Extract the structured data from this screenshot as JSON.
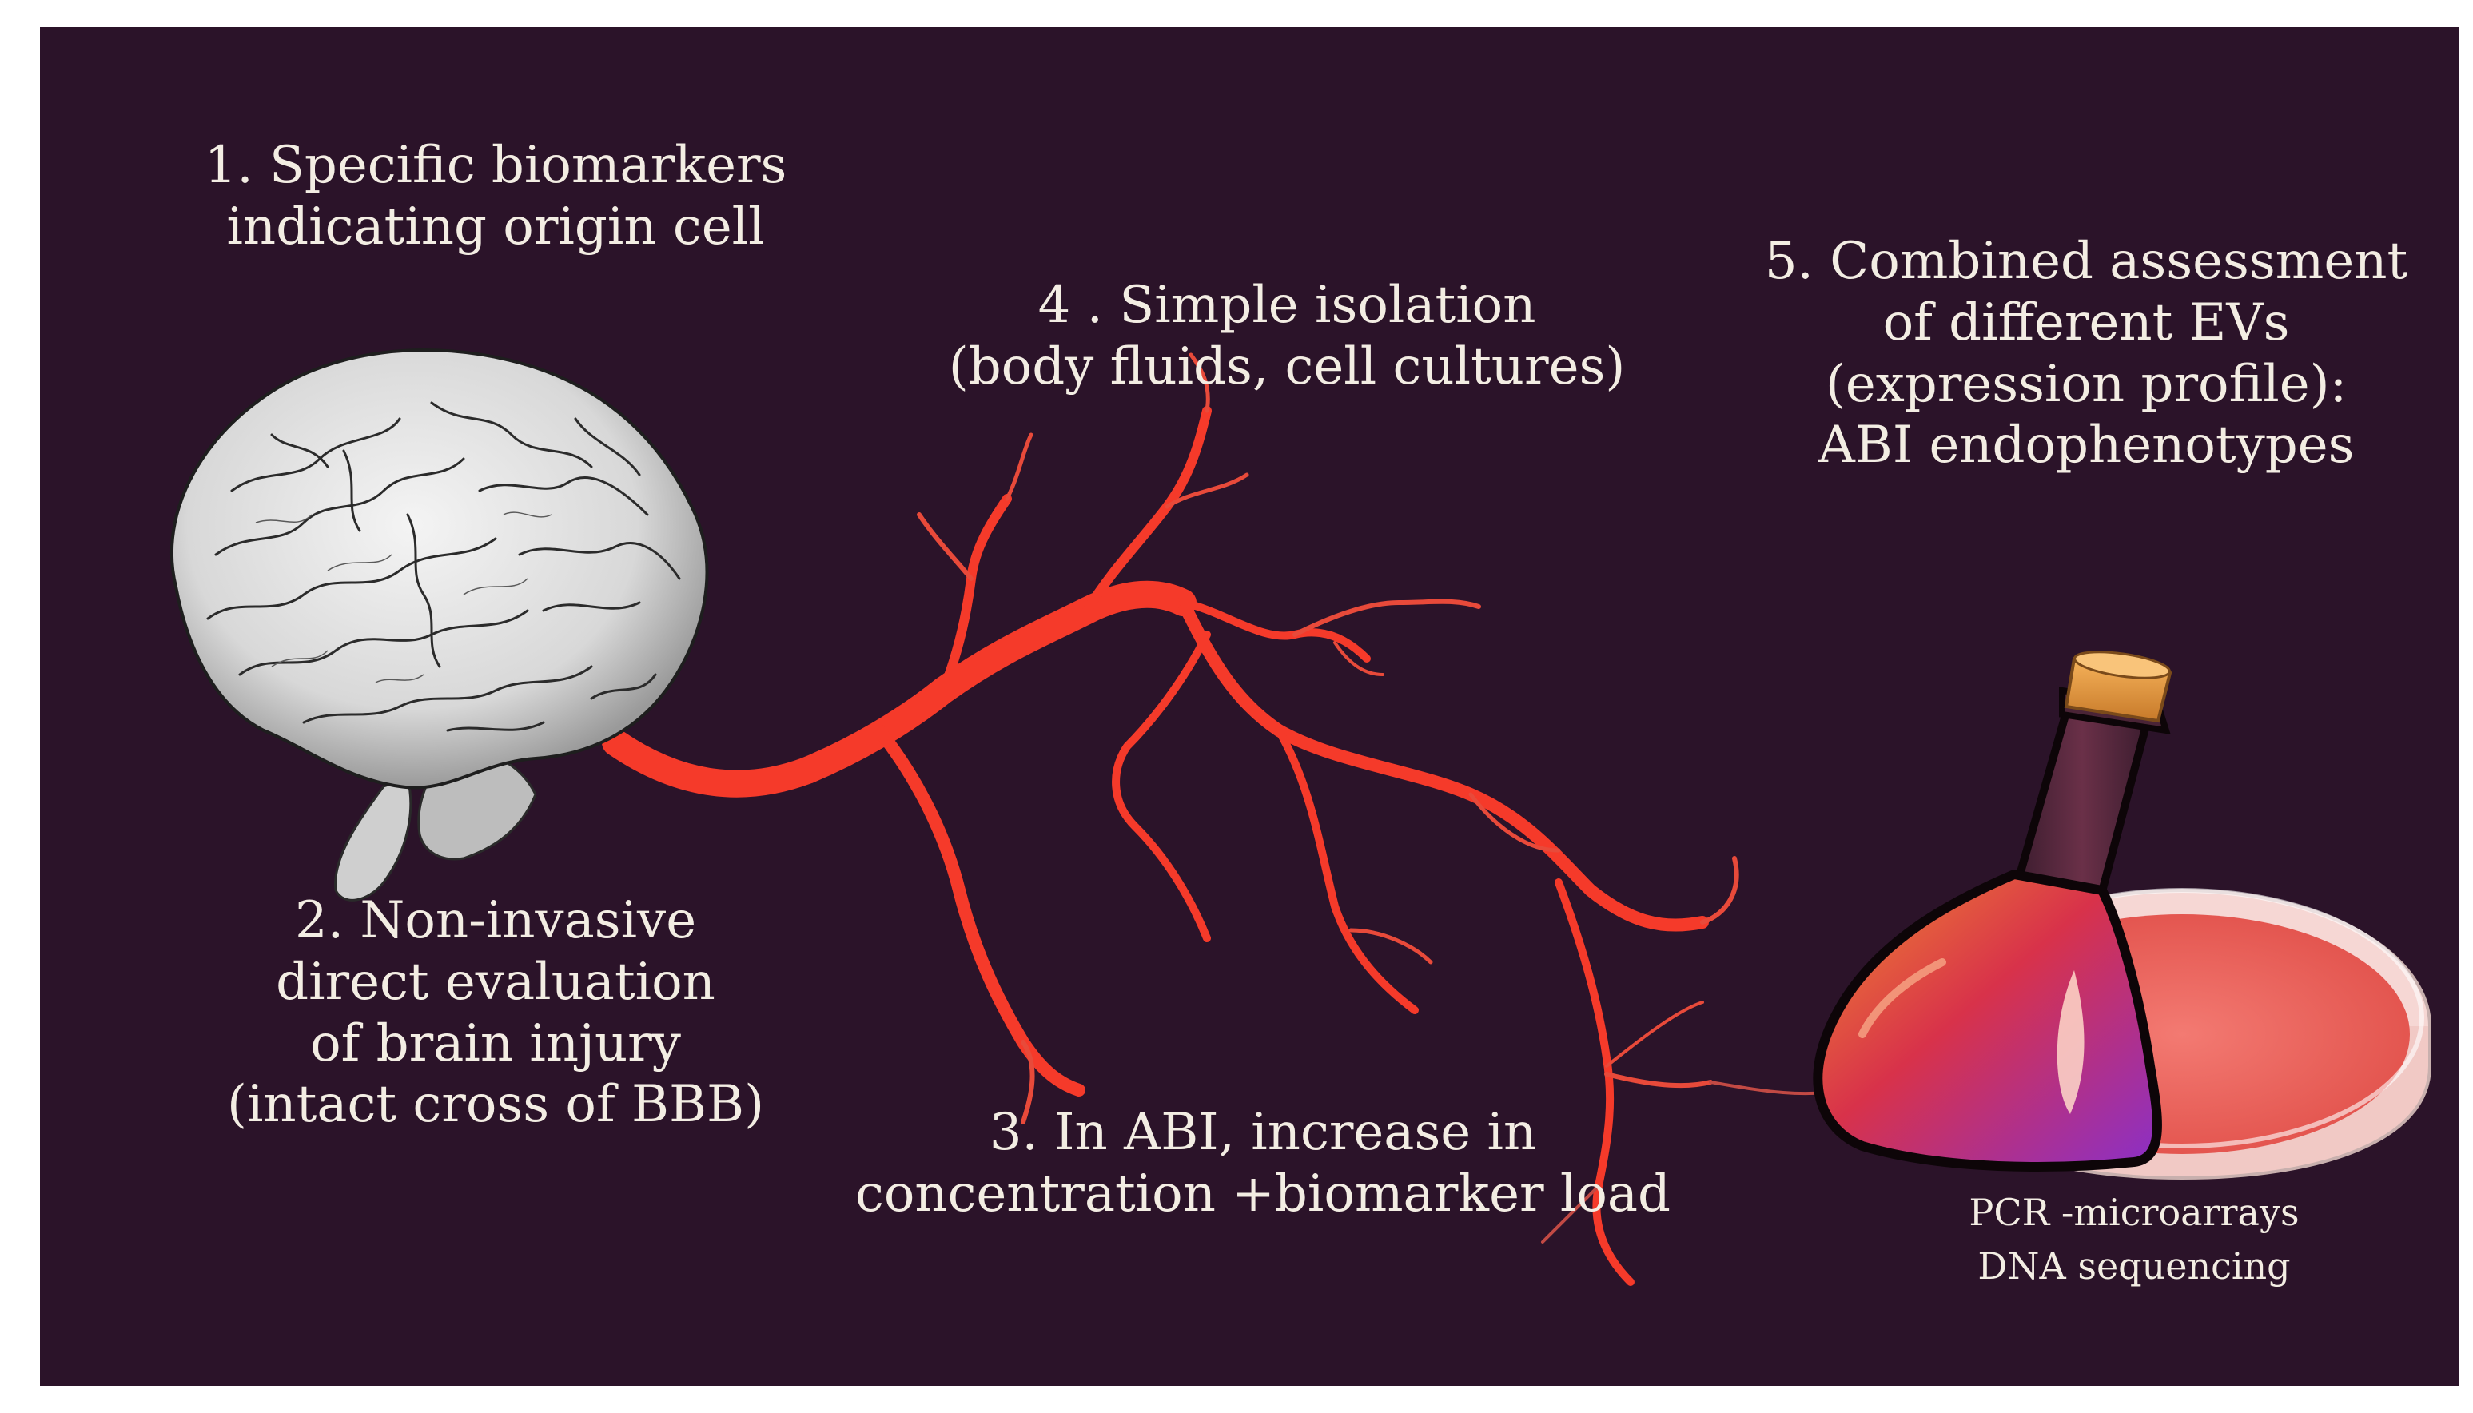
{
  "colors": {
    "background": "#2b1329",
    "text": "#f3ede3",
    "vessel": "#f53a2a",
    "vessel_thin": "#e84a3a"
  },
  "illustrations": {
    "brain": "brain-sketch",
    "vessel": "blood-vessel-tree",
    "flask": "corked-flask",
    "dish": "petri-dish"
  },
  "labels": {
    "item1": {
      "lines": [
        "1. Specific biomarkers",
        "indicating origin cell"
      ]
    },
    "item2": {
      "lines": [
        "2. Non-invasive",
        "direct evaluation",
        "of brain injury",
        "(intact cross of BBB)"
      ]
    },
    "item3": {
      "lines": [
        "3. In ABI, increase in",
        "concentration +biomarker load"
      ]
    },
    "item4": {
      "lines": [
        "4 . Simple isolation",
        "(body fluids, cell cultures)"
      ]
    },
    "item5": {
      "lines": [
        "5. Combined assessment",
        "of different EVs",
        "(expression profile):",
        "ABI endophenotypes"
      ]
    },
    "methods": {
      "lines": [
        "PCR -microarrays",
        "DNA sequencing"
      ]
    }
  }
}
